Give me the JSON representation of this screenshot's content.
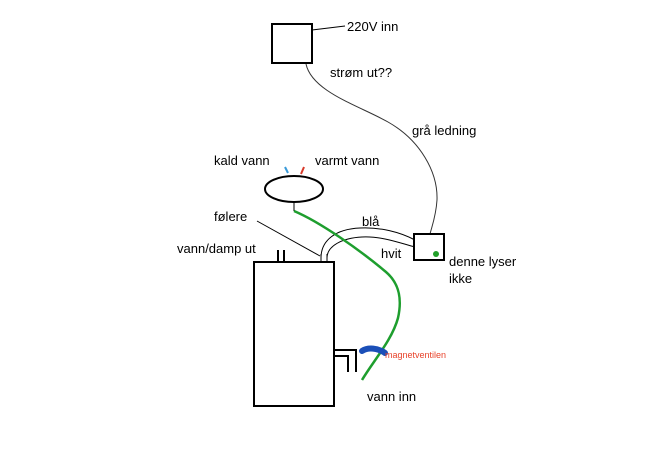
{
  "labels": {
    "power_in": "220V inn",
    "power_out": "strøm ut??",
    "gray_wire": "grå ledning",
    "cold_water": "kald vann",
    "hot_water": "varmt vann",
    "sensors": "følere",
    "blue": "blå",
    "white": "hvit",
    "water_steam_out": "vann/damp ut",
    "not_lit_line1": "denne lyser",
    "not_lit_line2": "ikke",
    "solenoid_valve": "magnetventilen",
    "water_in": "vann inn"
  },
  "colors": {
    "ink": "#000000",
    "gray_wire": "#333333",
    "green_pipe": "#1e9e2e",
    "blue_valve": "#1b4fb8",
    "valve_label": "#e8432b",
    "cold_mark": "#3a9ad9",
    "hot_mark": "#d83a2a",
    "indicator_led": "#22a02a"
  }
}
